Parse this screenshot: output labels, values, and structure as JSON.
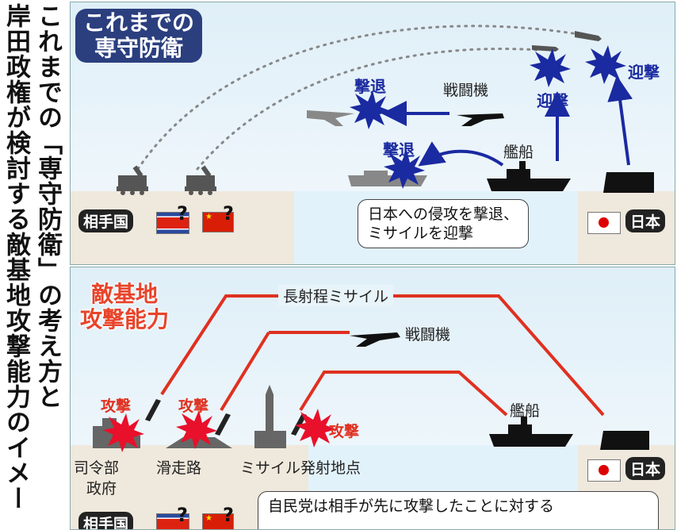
{
  "vertical_title": {
    "col1": "岸田政権が検討する敵基地攻撃能力のイメー",
    "col2": "これまでの「専守防衛」の考え方と"
  },
  "panel_top": {
    "heading": [
      "これまでの",
      "専守防衛"
    ],
    "label_fighter": "戦闘機",
    "label_ship": "艦船",
    "label_repel_1": "撃退",
    "label_repel_2": "撃退",
    "label_intercept_1": "迎撃",
    "label_intercept_2": "迎撃",
    "label_opponent": "相手国",
    "label_question": "?",
    "label_japan": "日本",
    "box_lines": [
      "日本への侵攻を撃退、",
      "ミサイルを迎撃"
    ]
  },
  "panel_bottom": {
    "heading": [
      "敵基地",
      "攻撃能力"
    ],
    "label_long_range": "長射程ミサイル",
    "label_fighter": "戦闘機",
    "label_ship": "艦船",
    "label_attack": "攻撃",
    "label_hq": "司令部",
    "label_gov": "政府",
    "label_runway": "滑走路",
    "label_launch": "ミサイル発射地点",
    "label_japan": "日本",
    "label_opponent": "相手国",
    "label_question": "?",
    "box_line": "自民党は相手が先に攻撃したことに対する"
  },
  "colors": {
    "heading_navy": "#2b3f7f",
    "arrow_blue": "#1a2aa0",
    "attack_red": "#e03020",
    "explosion_red": "#e8102a",
    "explosion_blue": "#1a2aa0"
  }
}
